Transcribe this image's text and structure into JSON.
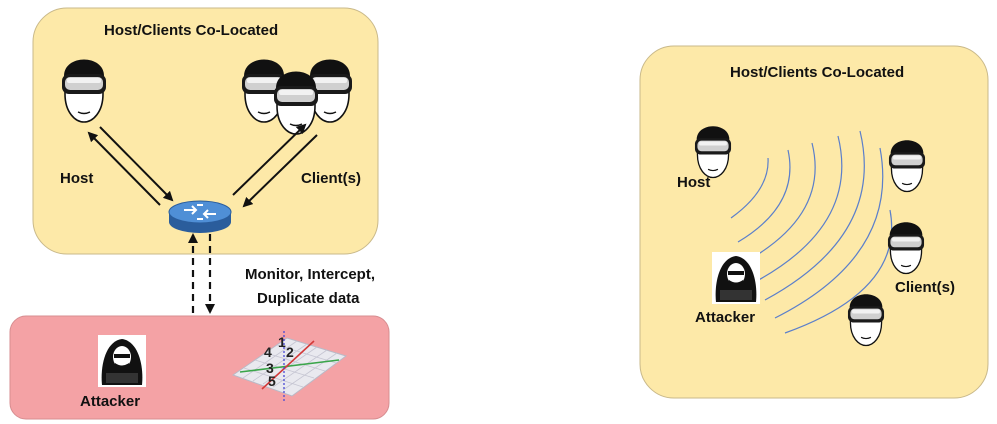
{
  "left_panel": {
    "title": "Host/Clients Co-Located",
    "host_label": "Host",
    "clients_label": "Client(s)",
    "flow_label_line1": "Monitor, Intercept,",
    "flow_label_line2": "Duplicate data",
    "attacker_label": "Attacker",
    "room_color": "#fde9a8",
    "attacker_zone_color": "#f4a2a5",
    "grid_numbers": [
      "1",
      "2",
      "3",
      "4",
      "5"
    ]
  },
  "right_panel": {
    "title": "Host/Clients Co-Located",
    "host_label": "Host",
    "clients_label": "Client(s)",
    "attacker_label": "Attacker",
    "room_color": "#fde9a8",
    "wave_color": "#5b7fcb"
  },
  "icons": [
    "vr-headset-user-icon",
    "router-icon",
    "hacker-icon",
    "3d-grid-icon",
    "radio-waves-icon"
  ]
}
